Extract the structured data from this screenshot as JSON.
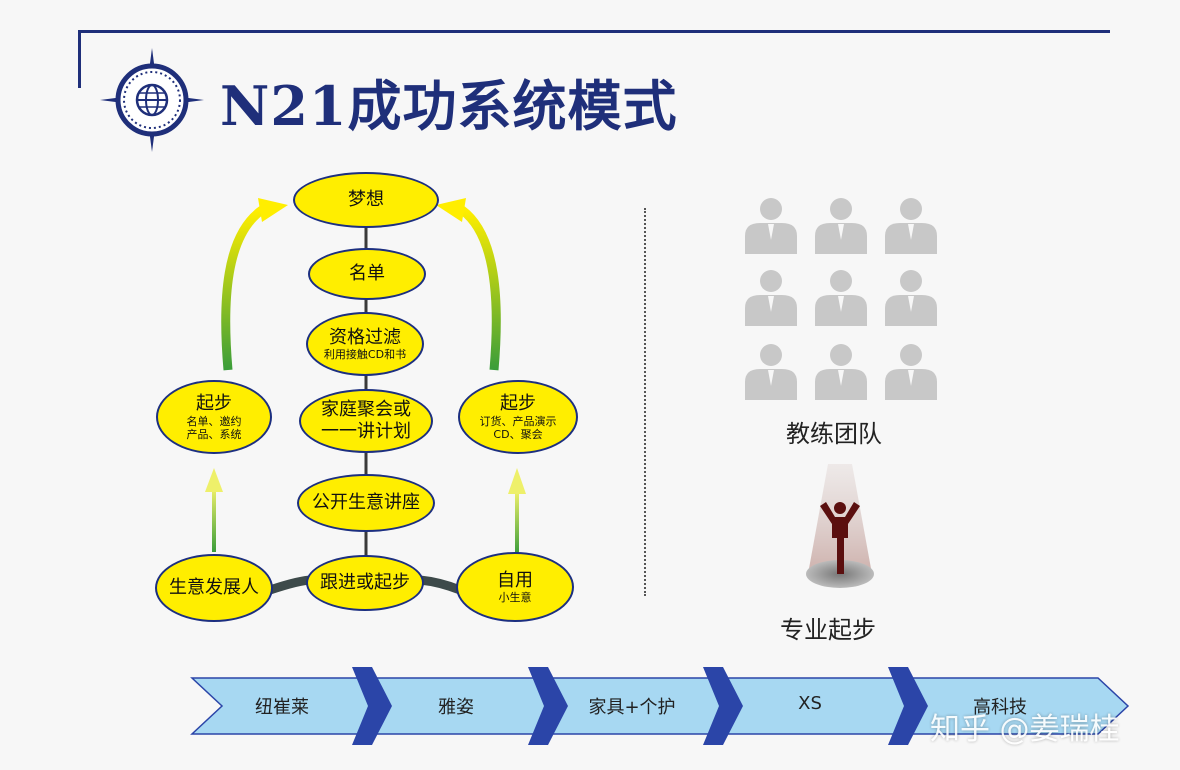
{
  "title": "N21成功系统模式",
  "center_column": [
    {
      "main": "梦想",
      "sub": ""
    },
    {
      "main": "名单",
      "sub": ""
    },
    {
      "main": "资格过滤",
      "sub": "利用接触CD和书"
    },
    {
      "main": "家庭聚会或一一讲计划",
      "sub": ""
    },
    {
      "main": "公开生意讲座",
      "sub": ""
    },
    {
      "main": "跟进或起步",
      "sub": ""
    }
  ],
  "left_start": {
    "main": "起步",
    "sub": "名单、邀约\n产品、系统"
  },
  "right_start": {
    "main": "起步",
    "sub": "订货、产品演示\nCD、聚会"
  },
  "left_bottom": {
    "main": "生意发展人",
    "sub": ""
  },
  "right_bottom": {
    "main": "自用",
    "sub": "小生意"
  },
  "coach_team_label": "教练团队",
  "pro_start_label": "专业起步",
  "timeline": [
    "纽崔莱",
    "雅姿",
    "家具+个护",
    "XS",
    "高科技"
  ],
  "watermark": "知乎 @姜瑞桂",
  "icons": [
    "compass-logo-icon",
    "person-icon",
    "spotlight-figure-icon"
  ],
  "colors": {
    "title": "#1f2f7a",
    "node_fill": "#ffee00",
    "arrow_blue": "#a7d8f2",
    "chevron_blue": "#2b45a8"
  }
}
